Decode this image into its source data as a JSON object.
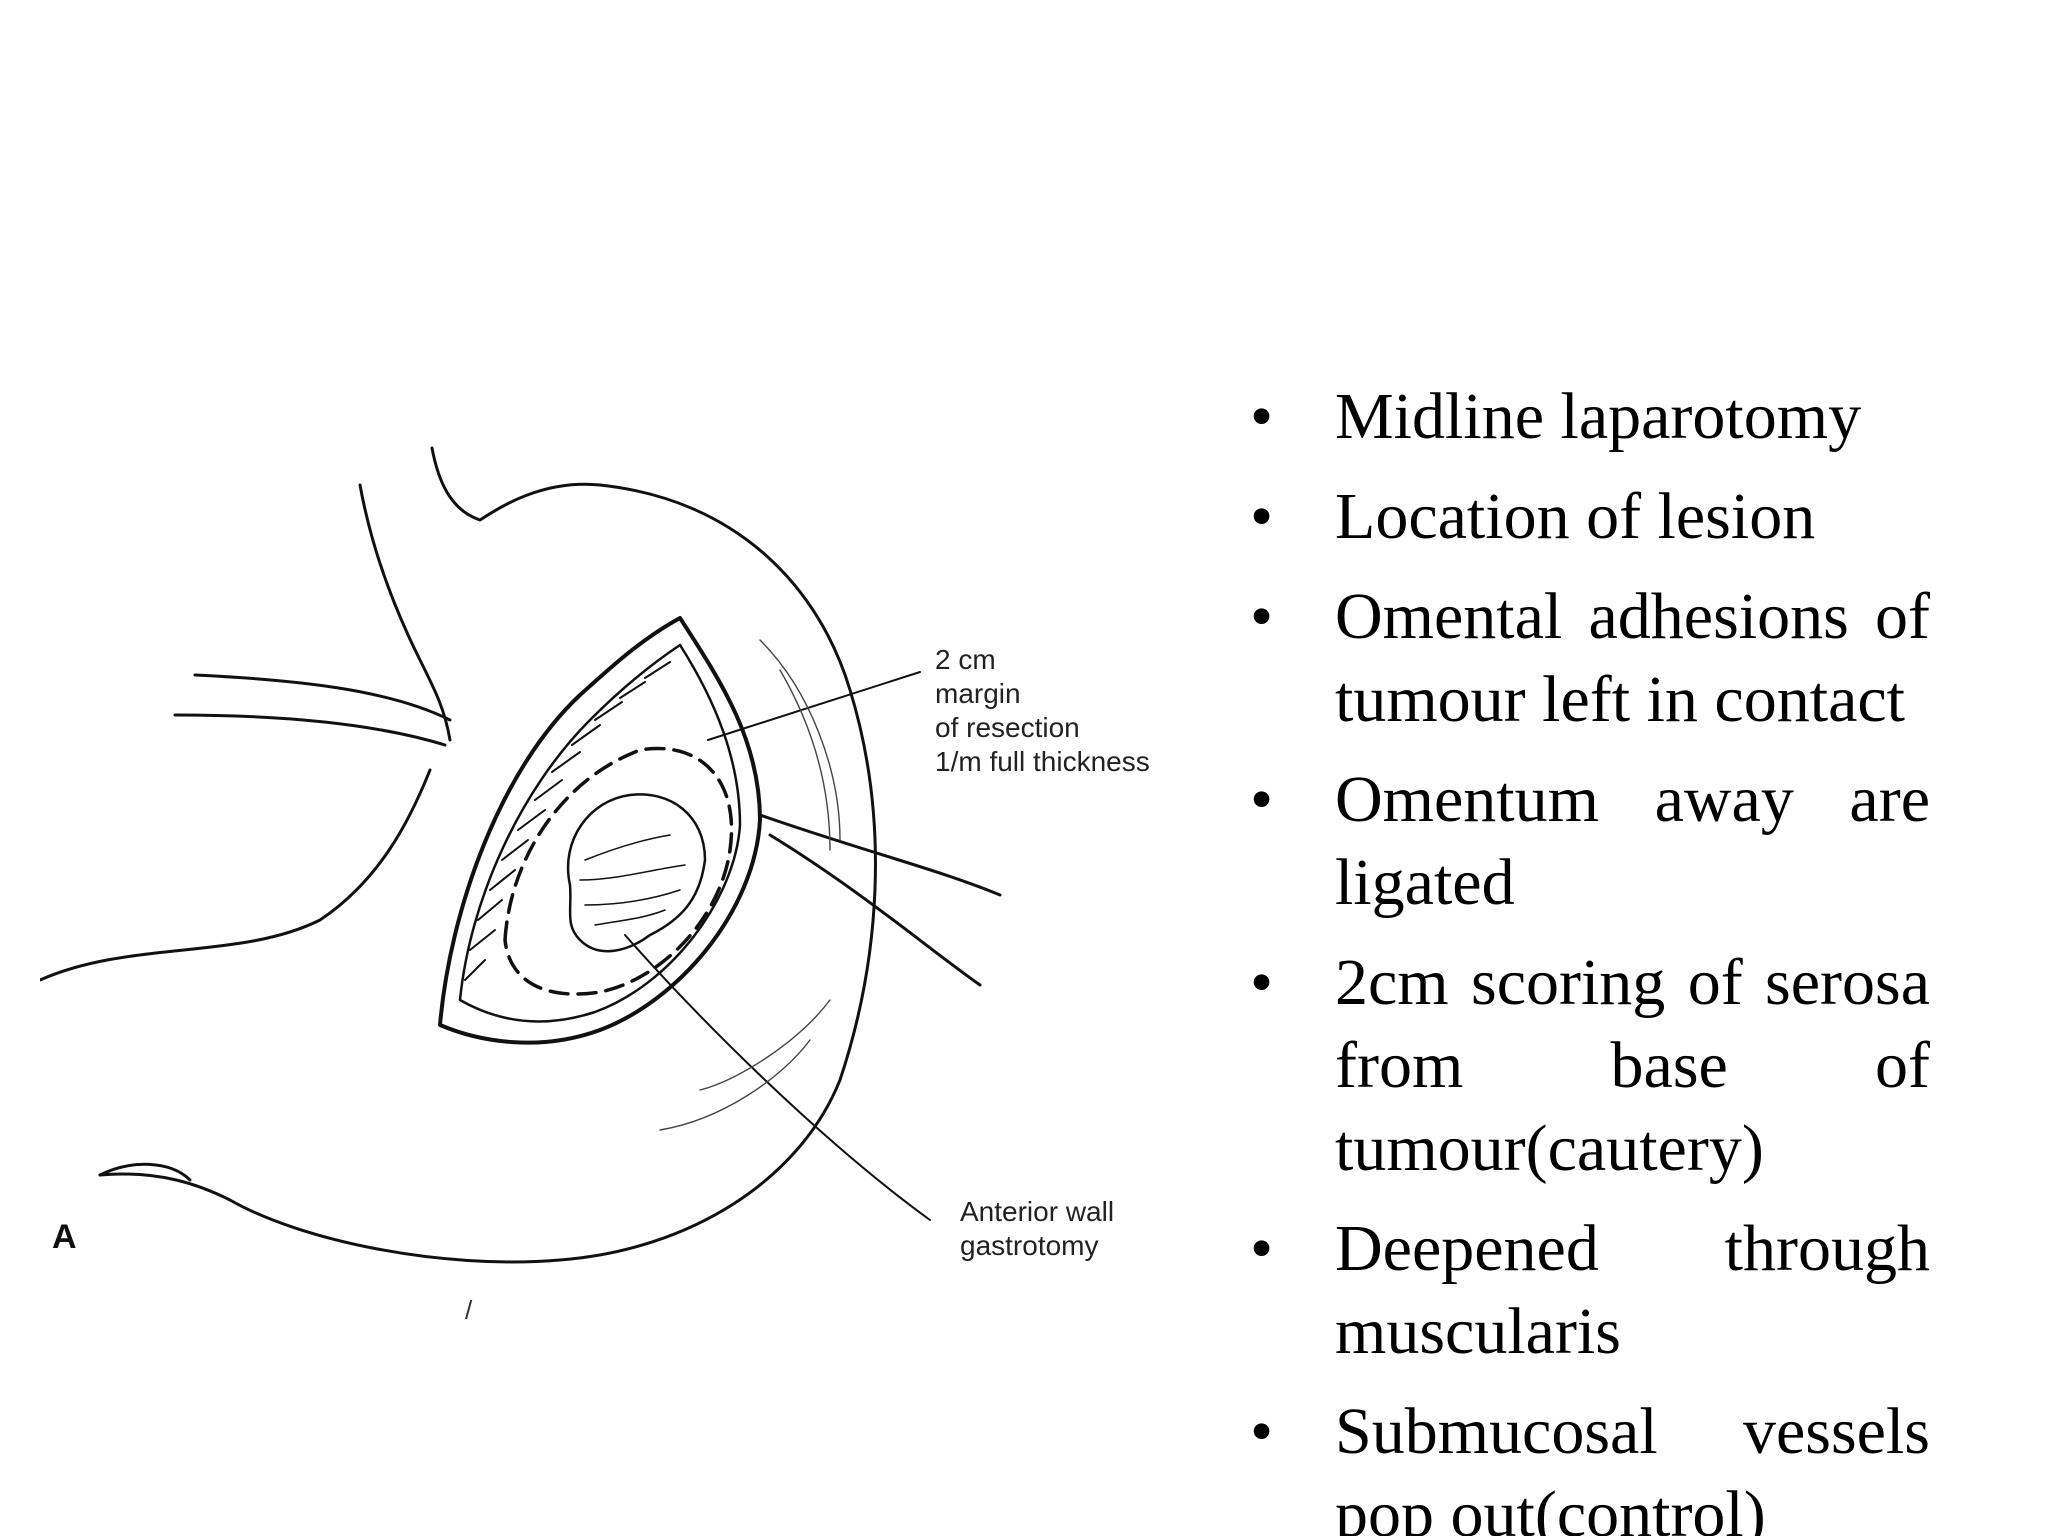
{
  "figure": {
    "callouts": {
      "margin_label": "2 cm\nmargin\nof resection\n1/m full thickness",
      "gastrotomy_label": "Anterior wall\ngastrotomy"
    },
    "panel_letter": "A",
    "stray_mark": "/"
  },
  "bullet_symbol": "•",
  "bullets": [
    "Midline laparotomy",
    "Location of lesion",
    "Omental adhesions of tumour left in contact",
    "Omentum away are ligated",
    "2cm scoring of serosa from base of tumour(cautery)",
    "Deepened through muscularis",
    "Submucosal vessels pop out(control)"
  ]
}
